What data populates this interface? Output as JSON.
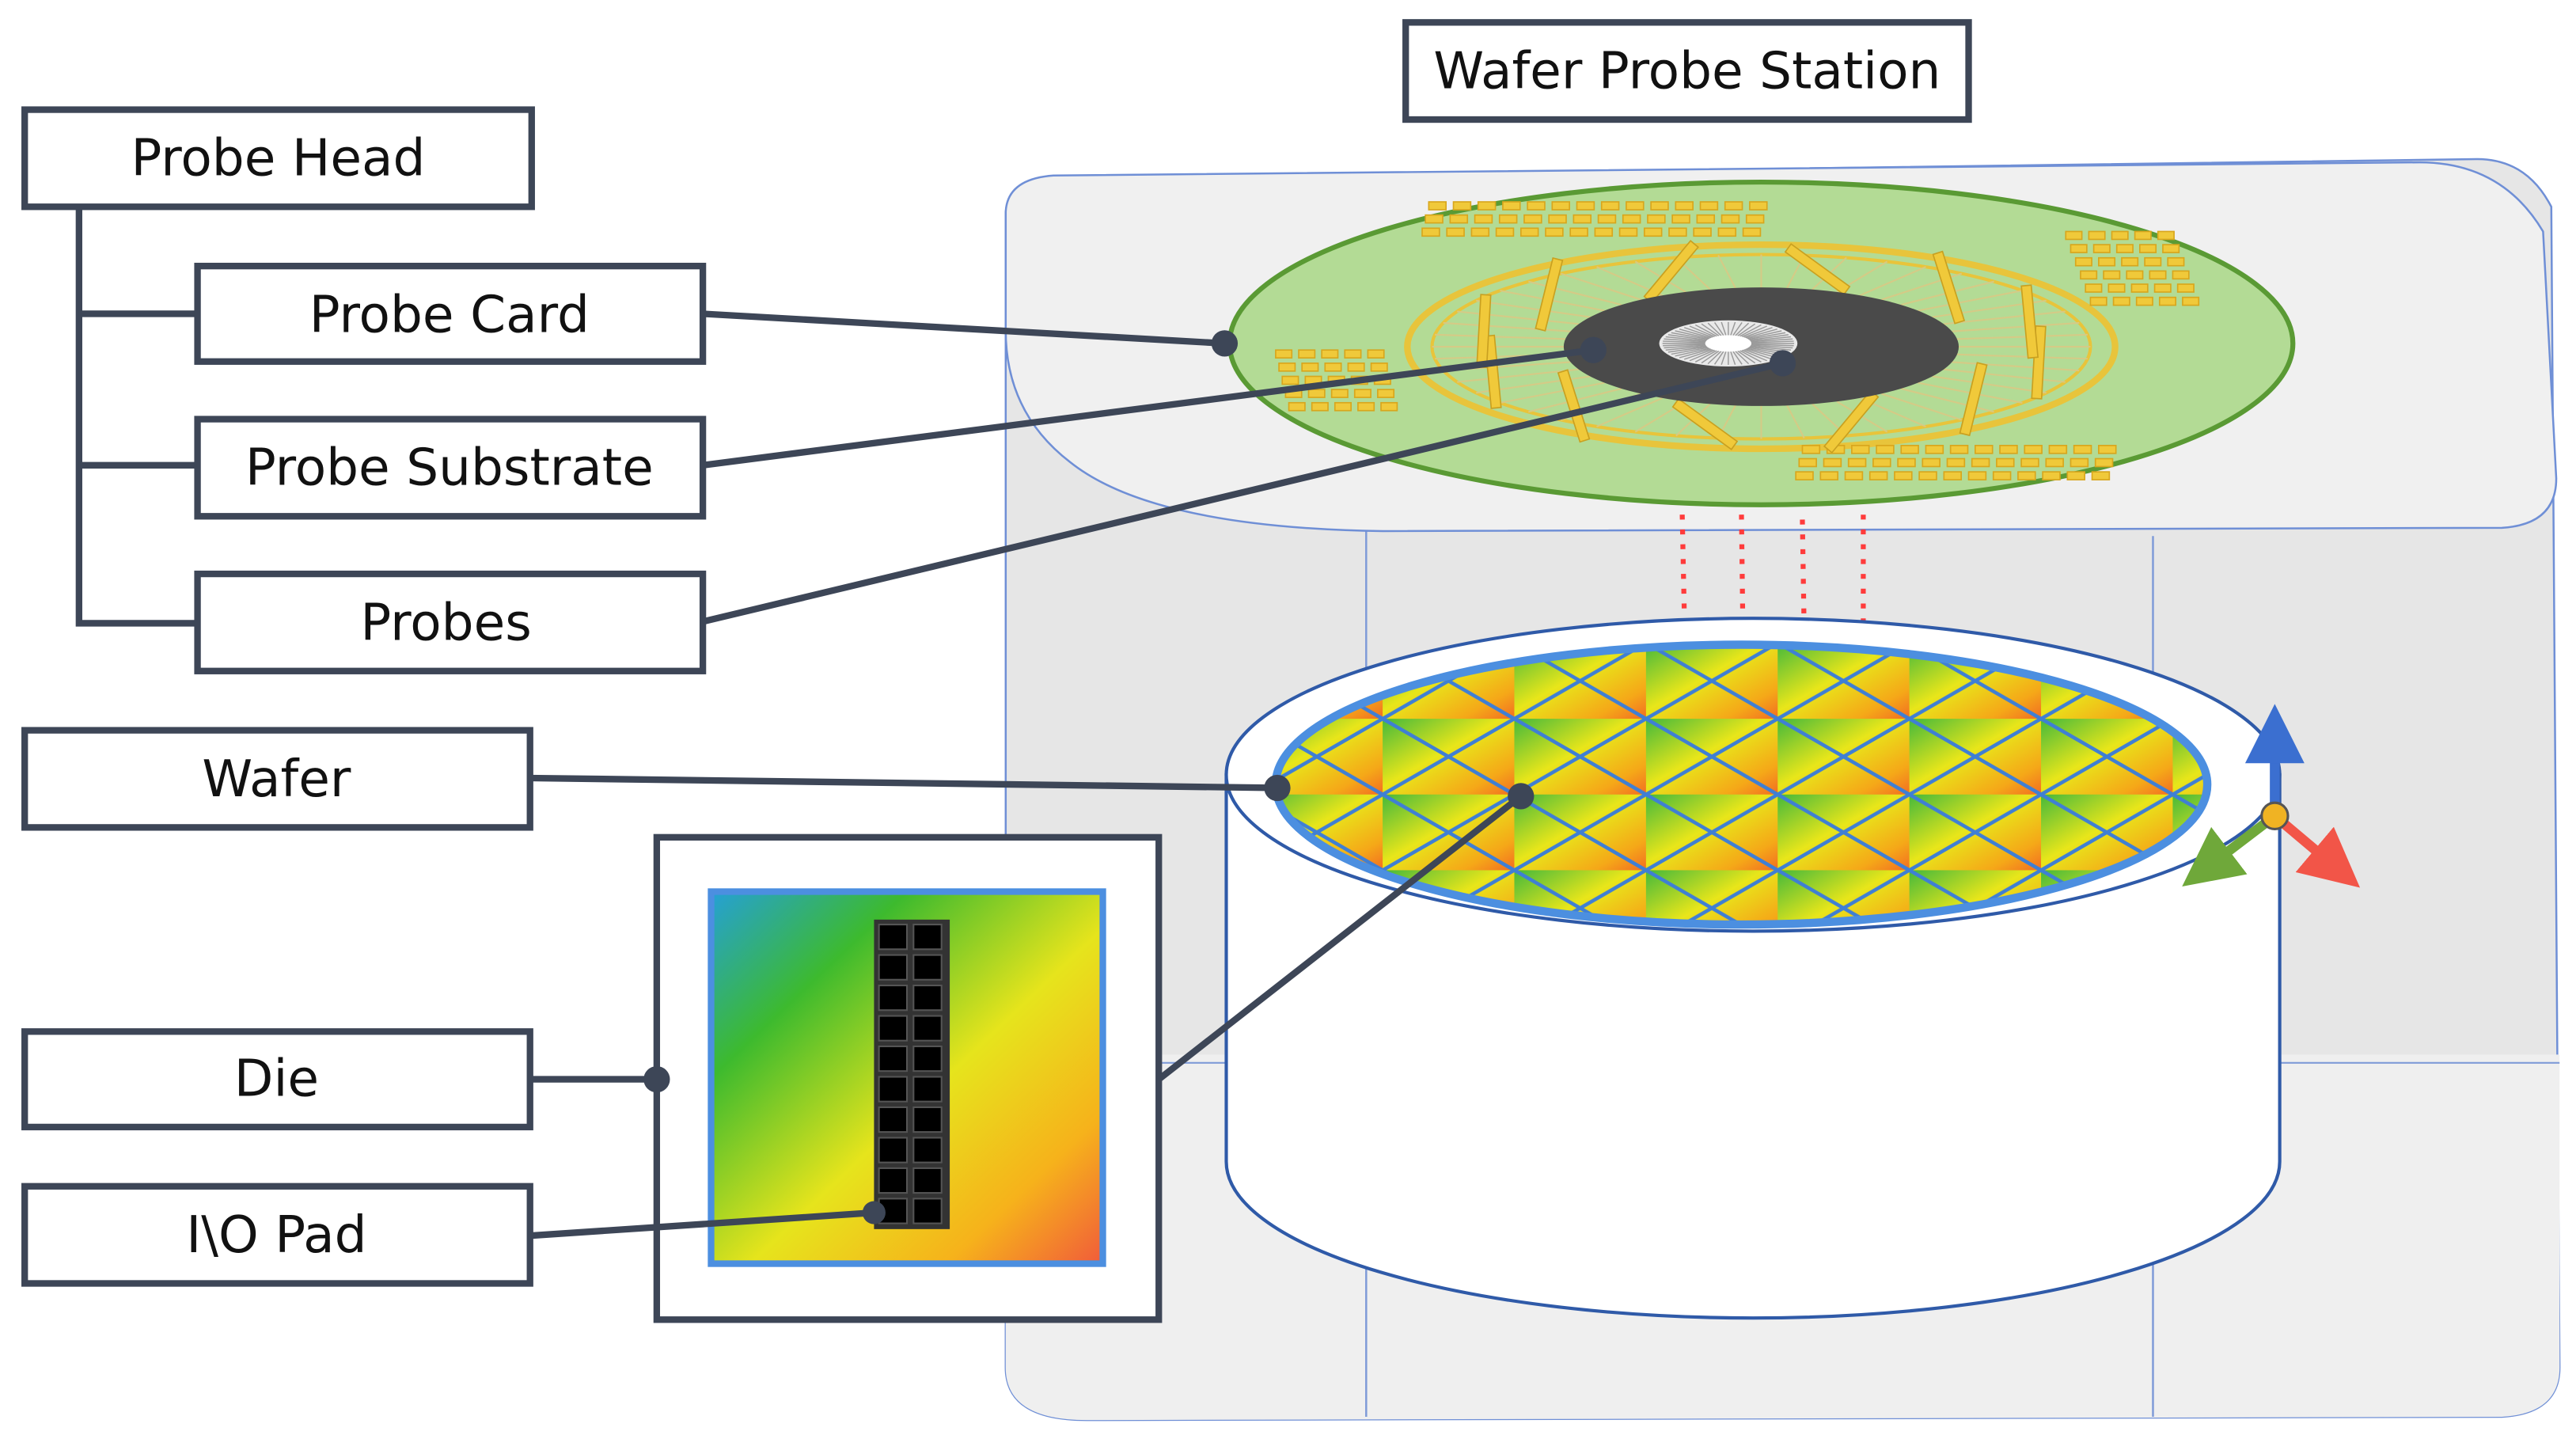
{
  "title": "Wafer Probe Station",
  "labels": {
    "probe_head": "Probe Head",
    "probe_card": "Probe Card",
    "probe_substrate": "Probe Substrate",
    "probes": "Probes",
    "wafer": "Wafer",
    "die": "Die",
    "io_pad": "I\\O Pad"
  },
  "colors": {
    "box_border": "#3d4657",
    "leader_line": "#3d4657",
    "station_fill": "#e7e7e7",
    "station_outline": "#5b7fd0",
    "probe_card_fill": "#b3db95",
    "probe_card_rim": "#5a9a34",
    "contact_pads": "#f0c93a",
    "probe_substrate": "#4a4a4a",
    "probe_lines": "#ff3b3b",
    "wafer_grid": "#3f7fd4",
    "chuck_outline": "#2f5aa8",
    "axis_z": "#3b6fd0",
    "axis_x": "#f25548",
    "axis_y": "#6fa83a",
    "axis_origin": "#f0b323"
  },
  "icons": [
    "axis-triad-icon"
  ]
}
